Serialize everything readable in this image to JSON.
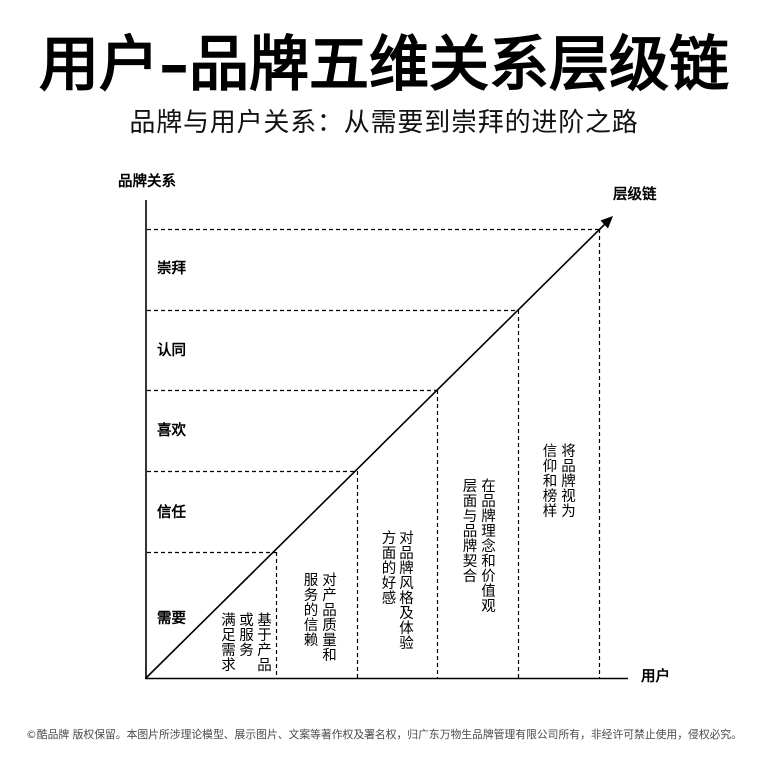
{
  "header": {
    "title": "用户–品牌五维关系层级链",
    "subtitle": "品牌与用户关系：从需要到崇拜的进阶之路"
  },
  "diagram": {
    "y_axis_label": "品牌关系",
    "x_axis_label": "用户",
    "arrow_label": "层级链",
    "levels": [
      {
        "name": "需要",
        "description": [
          "基于产品",
          "或服务",
          "满足需求"
        ]
      },
      {
        "name": "信任",
        "description": [
          "对产品质量和",
          "服务的信赖"
        ]
      },
      {
        "name": "喜欢",
        "description": [
          "对品牌风格及体验",
          "方面的好感"
        ]
      },
      {
        "name": "认同",
        "description": [
          "在品牌理念和价值观",
          "层面与品牌契合"
        ]
      },
      {
        "name": "崇拜",
        "description": [
          "将品牌视为",
          "信仰和榜样"
        ]
      }
    ]
  },
  "footer": {
    "copyright": "©酷品牌 版权保留。本图片所涉理论模型、展示图片、文案等著作权及署名权，归广东万物生品牌管理有限公司所有，非经许可禁止使用，侵权必究。"
  },
  "colors": {
    "background": "#ffffff",
    "text": "#000000",
    "footer_text": "#4a4a4a",
    "lines": "#000000"
  }
}
